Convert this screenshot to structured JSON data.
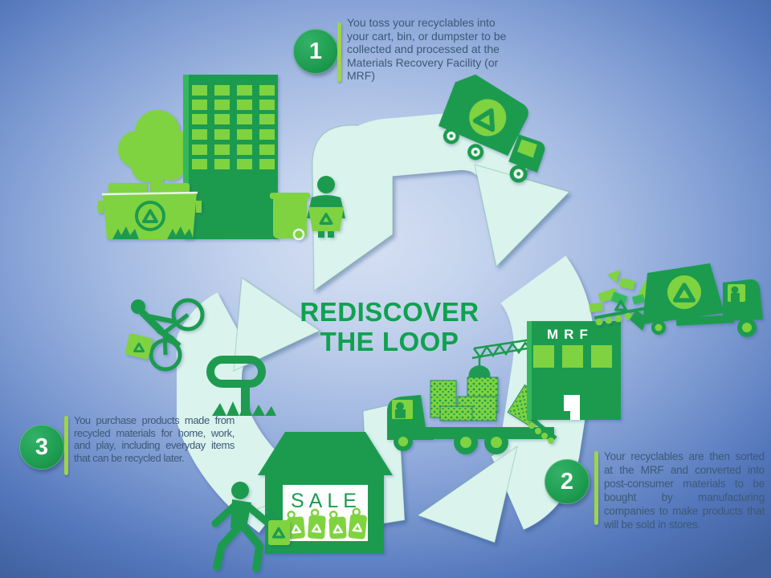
{
  "title": {
    "line1": "REDISCOVER",
    "line2": "THE LOOP"
  },
  "steps": [
    {
      "number": "1",
      "text": "You toss your recyclables into your cart, bin, or dumpster to be collected and processed at the Materials Recovery Facility (or MRF)"
    },
    {
      "number": "2",
      "text": "Your recyclables are then sorted at the MRF and converted into post-consumer materials to be bought by manufacturing companies to make products that will be sold in stores."
    },
    {
      "number": "3",
      "text": "You purchase products made from recycled materials for home, work, and play, including everyday items that can be recycled later."
    }
  ],
  "signs": {
    "mrf": "MRF",
    "sale": "SALE"
  },
  "colors": {
    "dark_green": "#1e9b50",
    "light_green": "#7fd33f",
    "pale_mint_arrow": "#daf3ec",
    "title_green": "#10a14f",
    "step_text": "#3b5977",
    "accent_bar": "#9ed44c",
    "badge_green": "#1d9b4f",
    "background_center": "#d6e0f3",
    "background_edge": "#41619e",
    "white": "#ffffff"
  },
  "icons": [
    "recycling-loop-arrow-top",
    "recycling-loop-arrow-right",
    "recycling-loop-arrow-left",
    "city-building",
    "tree",
    "recycling-dumpster",
    "curbside-cart",
    "resident-with-bin",
    "recycling-truck",
    "collection-truck-conveyor",
    "recyclables-pile",
    "mrf-building",
    "crane",
    "flatbed-truck",
    "material-bales",
    "retail-store",
    "sale-price-tags",
    "shopper-with-bag",
    "cyclist",
    "bike-rack",
    "recycle-symbol"
  ]
}
